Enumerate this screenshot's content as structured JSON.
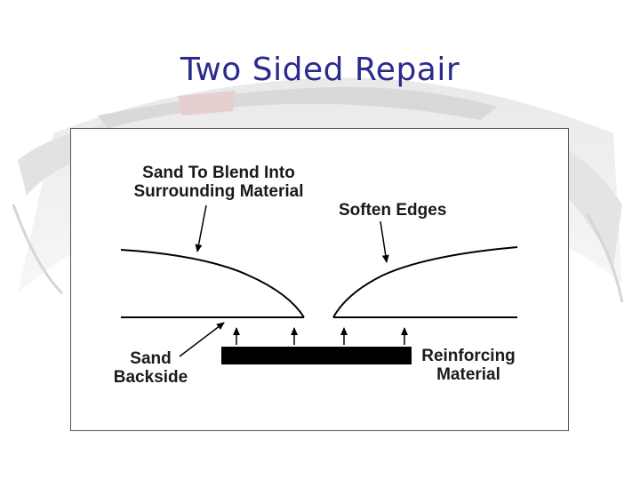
{
  "slide": {
    "title": "Two Sided Repair"
  },
  "diagram": {
    "labels": {
      "sand_to_blend_line1": "Sand To Blend Into",
      "sand_to_blend_line2": "Surrounding Material",
      "soften_edges": "Soften Edges",
      "sand_backside_line1": "Sand",
      "sand_backside_line2": "Backside",
      "reinforcing_line1": "Reinforcing",
      "reinforcing_line2": "Material"
    },
    "colors": {
      "title": "#2b2b8f",
      "lines": "#000000"
    }
  }
}
